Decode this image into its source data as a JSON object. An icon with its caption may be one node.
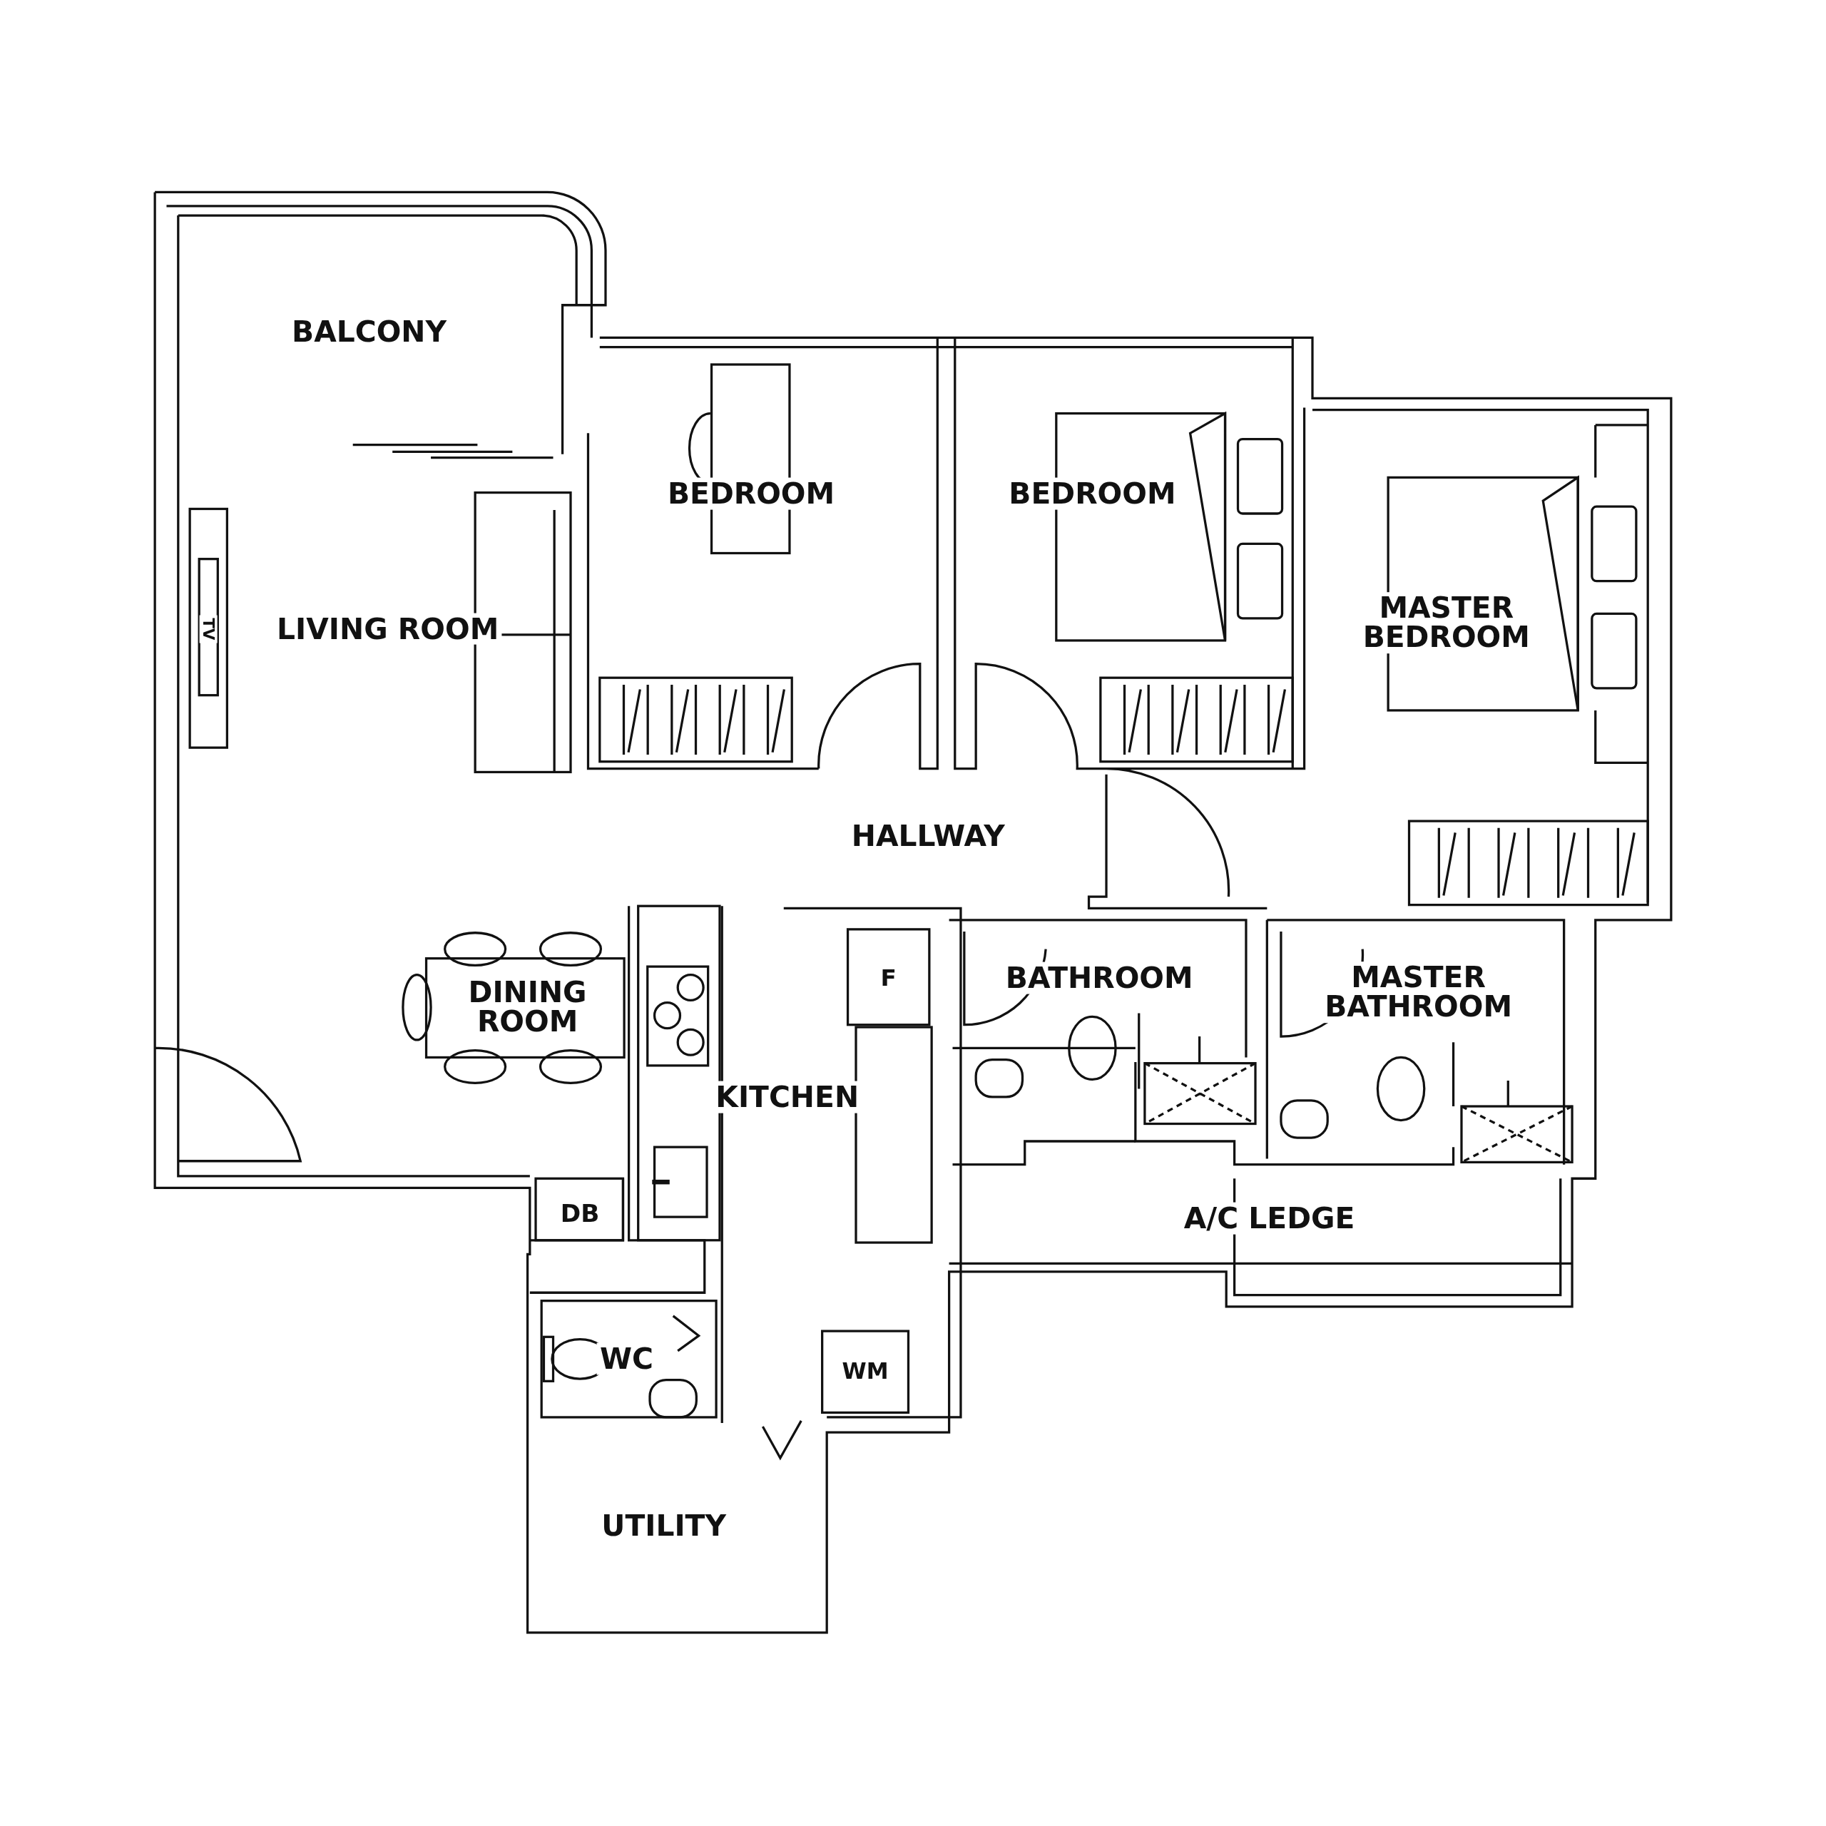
{
  "diagram": {
    "labels": [
      "BALCONY",
      "BEDROOM",
      "BEDROOM",
      "LIVING ROOM",
      "TV",
      "MASTER BEDROOM",
      "HALLWAY",
      "F",
      "BATHROOM",
      "MASTER BATHROOM",
      "DINING ROOM",
      "KITCHEN",
      "DB",
      "A/C LEDGE",
      "WC",
      "WM",
      "UTILITY"
    ]
  }
}
